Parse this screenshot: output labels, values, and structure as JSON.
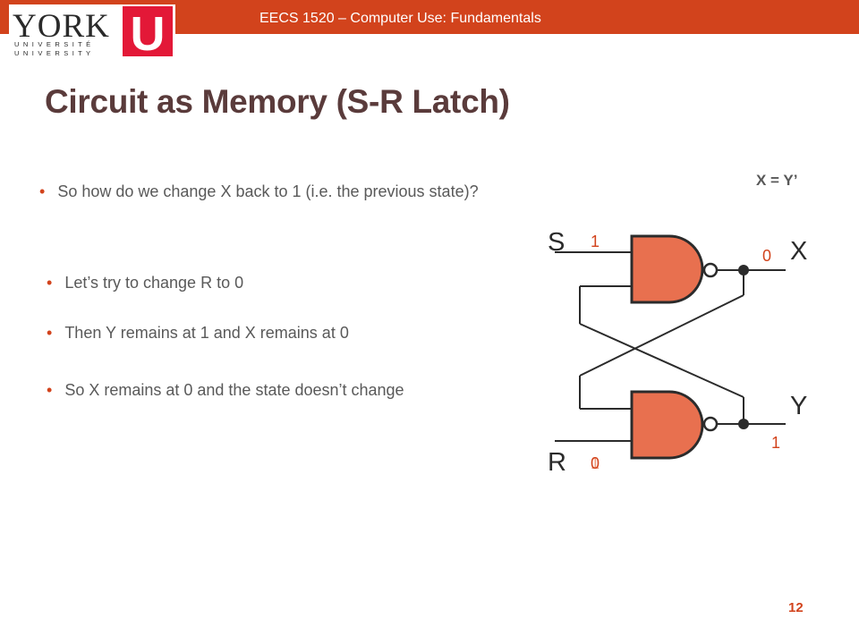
{
  "header": {
    "course_title": "EECS 1520 – Computer Use: Fundamentals",
    "bar_color": "#d2431c"
  },
  "logo": {
    "name": "york-university-logo",
    "word": "YORK",
    "line1": "U N I V E R S I T É",
    "line2": "U N I V E R S I T Y",
    "mark": "U"
  },
  "slide": {
    "title": "Circuit as Memory (S-R Latch)",
    "page_number": "12"
  },
  "bullets": {
    "main": "So how do we change X back to 1 (i.e. the previous state)?",
    "sub": [
      "Let’s try to change R to 0",
      "Then Y remains at 1 and X remains at 0",
      "So X remains at 0 and the state doesn’t change"
    ]
  },
  "equation": "X = Y’",
  "circuit": {
    "labels": {
      "S": "S",
      "R": "R",
      "X": "X",
      "Y": "Y"
    },
    "gate_color": "#e8704f",
    "values": {
      "s_input": "1",
      "x_output": "0",
      "y_output": "1",
      "r_input_old": "1",
      "r_input_new": "0"
    }
  }
}
